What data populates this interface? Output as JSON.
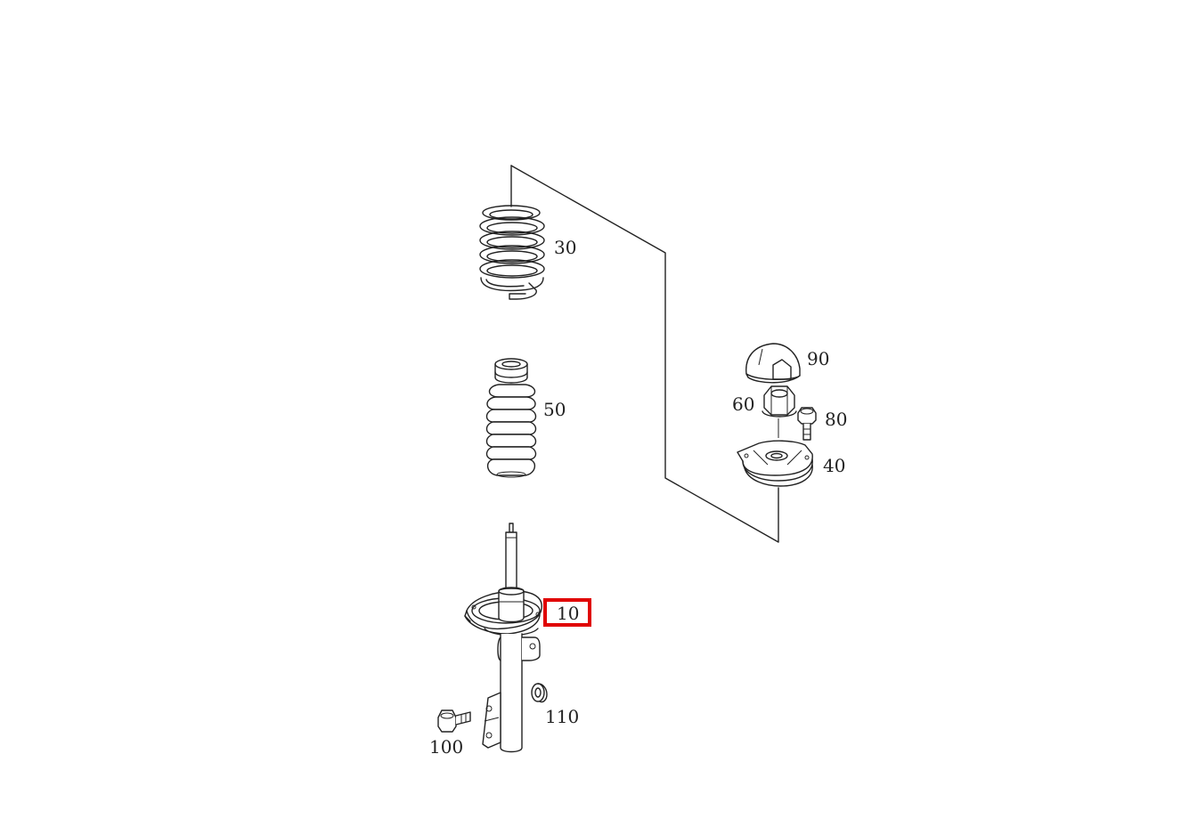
{
  "diagram": {
    "parts": [
      {
        "id": "10",
        "label": "10",
        "name": "shock-absorber-strut",
        "highlighted": true
      },
      {
        "id": "30",
        "label": "30",
        "name": "coil-spring",
        "highlighted": false
      },
      {
        "id": "40",
        "label": "40",
        "name": "strut-mount",
        "highlighted": false
      },
      {
        "id": "50",
        "label": "50",
        "name": "dust-boot",
        "highlighted": false
      },
      {
        "id": "60",
        "label": "60",
        "name": "hex-nut",
        "highlighted": false
      },
      {
        "id": "80",
        "label": "80",
        "name": "mount-bolt",
        "highlighted": false
      },
      {
        "id": "90",
        "label": "90",
        "name": "protective-cap",
        "highlighted": false
      },
      {
        "id": "100",
        "label": "100",
        "name": "bracket-bolt",
        "highlighted": false
      },
      {
        "id": "110",
        "label": "110",
        "name": "bushing",
        "highlighted": false
      }
    ],
    "highlight_color": "#e00000",
    "line_color": "#222222"
  }
}
